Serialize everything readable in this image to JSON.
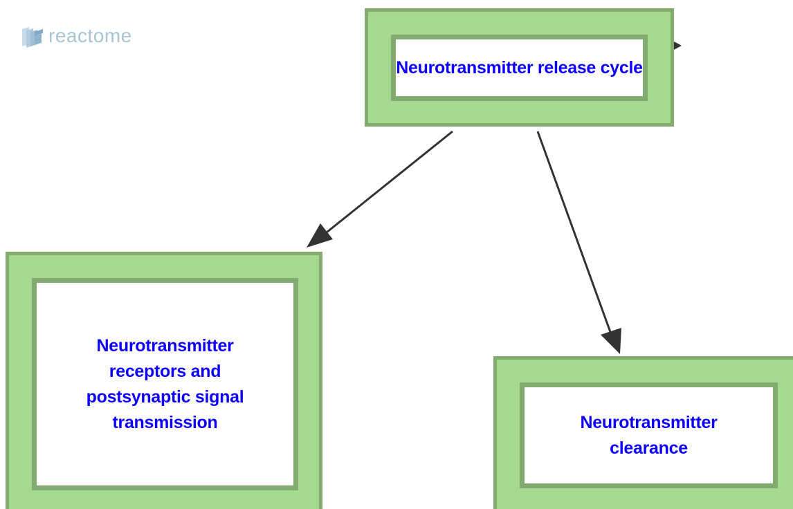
{
  "logo": {
    "text": "reactome"
  },
  "colors": {
    "node_fill": "#a6d890",
    "node_border": "#82ac6f",
    "inner_fill": "#fdfdfd",
    "label_text": "#0e00ff",
    "arrow": "#333333",
    "logo_text": "#a9c4d6"
  },
  "nodes": [
    {
      "id": "release",
      "label": "Neurotransmitter release cycle"
    },
    {
      "id": "receptors",
      "label": "Neurotransmitter receptors and postsynaptic signal transmission"
    },
    {
      "id": "clearance",
      "label": "Neurotransmitter clearance"
    }
  ],
  "edges": [
    {
      "from": "release",
      "to": "receptors"
    },
    {
      "from": "release",
      "to": "clearance"
    },
    {
      "from": "release",
      "to": "off-canvas"
    }
  ]
}
